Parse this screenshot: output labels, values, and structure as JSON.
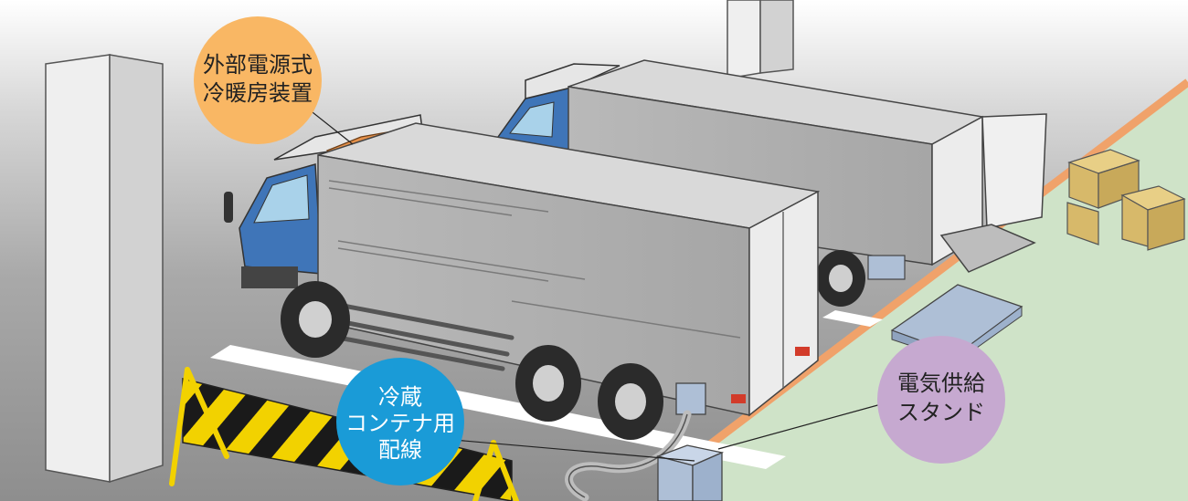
{
  "callouts": {
    "ac_unit": {
      "line1": "外部電源式",
      "line2": "冷暖房装置"
    },
    "container_wiring": {
      "line1": "冷蔵",
      "line2": "コンテナ用",
      "line3": "配線"
    },
    "power_stand": {
      "line1": "電気供給",
      "line2": "スタンド"
    }
  },
  "colors": {
    "ac_callout": "#F9B764",
    "wiring_callout": "#1A9BD7",
    "stand_callout": "#C6A9D0",
    "cab_blue": "#3F75B8",
    "ground": "#9c9c9c",
    "dock_green": "#cfe3c8",
    "dock_edge": "#f0a26a"
  }
}
